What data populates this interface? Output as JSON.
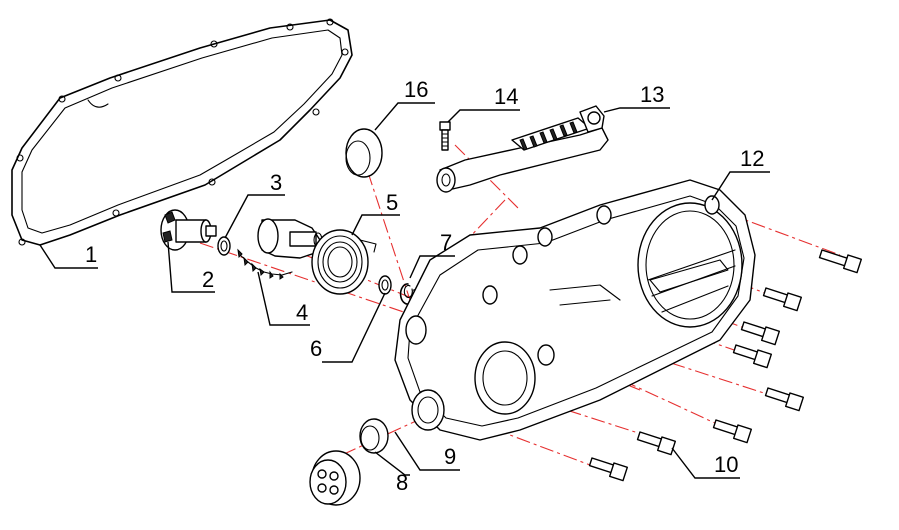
{
  "colors": {
    "line": "#000000",
    "center_line": "#e63030",
    "background": "#ffffff"
  },
  "callouts": {
    "n1": "1",
    "n2": "2",
    "n3": "3",
    "n4": "4",
    "n5": "5",
    "n6": "6",
    "n7": "7",
    "n8": "8",
    "n9": "9",
    "n10": "10",
    "n12": "12",
    "n13": "13",
    "n14": "14",
    "n16": "16"
  }
}
